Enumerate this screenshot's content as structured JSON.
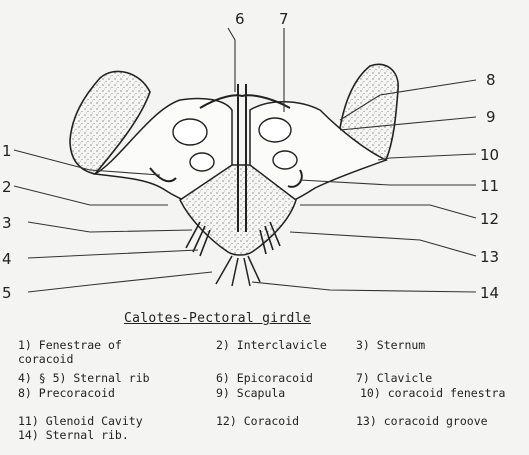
{
  "figure": {
    "title": "Calotes-Pectoral girdle",
    "callouts": [
      "1",
      "2",
      "3",
      "4",
      "5",
      "6",
      "7",
      "8",
      "9",
      "10",
      "11",
      "12",
      "13",
      "14"
    ],
    "legend": [
      "1) Fenestrae of",
      "coracoid",
      "2) Interclavicle",
      "3) Sternum",
      "4) § 5) Sternal rib",
      "6) Epicoracoid",
      "7) Clavicle",
      "8) Precoracoid",
      "9) Scapula",
      "10) coracoid fenestra",
      "11) Glenoid Cavity",
      "12) Coracoid",
      "13) coracoid groove",
      "14) Sternal rib."
    ]
  }
}
